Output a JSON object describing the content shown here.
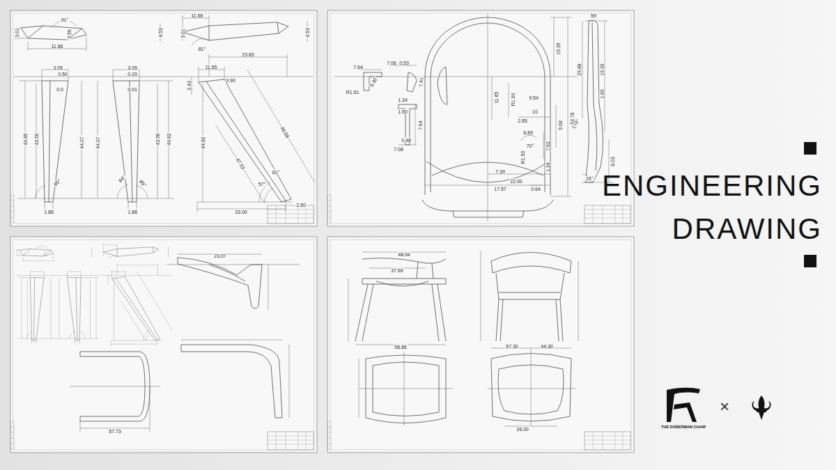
{
  "diagram": {
    "title": "ENGINEERING DRAWING",
    "labels": [
      "91°",
      "3.01",
      "3.56",
      "4.53",
      "11.66",
      "11.66",
      "3.01",
      "4.53",
      "81°",
      "3.05",
      "3.05",
      "0.50",
      "0.20",
      "0.0",
      "0.01",
      "44.85",
      "43.50",
      "44.07",
      "44.07",
      "43.96",
      "44.62",
      "85°",
      "84°",
      "85°",
      "1.88",
      "1.88",
      "11.65",
      "23.83",
      "2.43",
      "0.90",
      "44.82",
      "47.53",
      "49.88",
      "61°",
      "57°",
      "33.00",
      "2.50",
      "7.64",
      "7.06",
      "0.53",
      "6.92",
      "R1.51",
      "7.41",
      "1.34",
      "1.50",
      "7.64",
      "0.48",
      "7.08",
      "19.39",
      "52.78",
      "11.65",
      "R1.00",
      "9.54",
      "10",
      "2.85",
      "9.08",
      "6.89",
      "70°",
      "R1.50",
      "7.62",
      "1.34",
      "7.39",
      "22.00",
      "17.57",
      "0.64",
      "59",
      "29.88",
      "19.39",
      "1.65",
      "173°",
      "6.03",
      "15°",
      "57.73",
      "23.07",
      "48.04",
      "37.69",
      "58.86",
      "57.30",
      "44.30",
      "26.00",
      "×",
      "THE DOBERMAN CHAIR"
    ]
  }
}
